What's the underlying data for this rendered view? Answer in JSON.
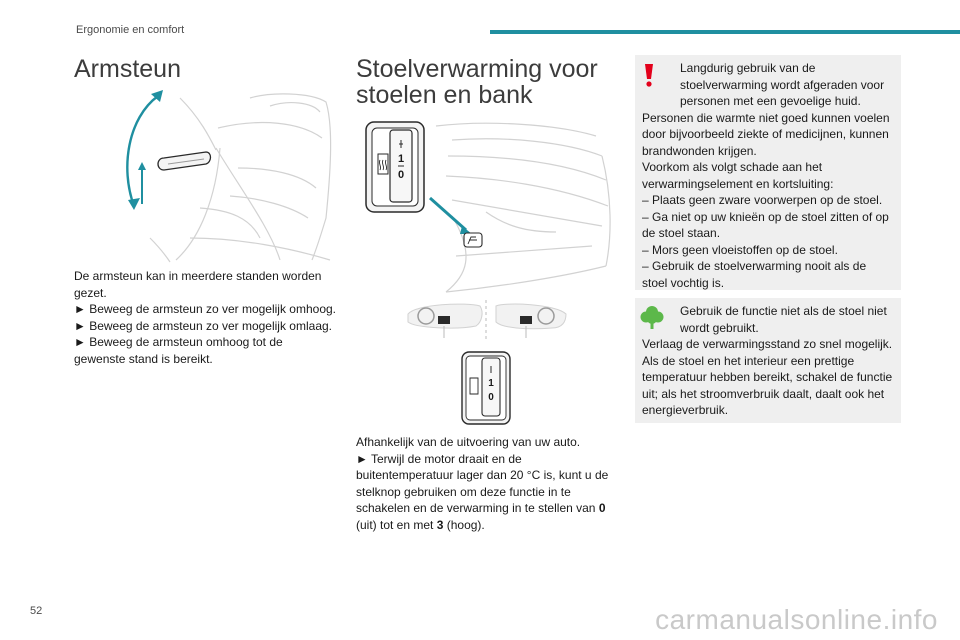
{
  "header": {
    "section": "Ergonomie en comfort"
  },
  "page_number": "52",
  "watermark": "carmanualsonline.info",
  "armsteun": {
    "title": "Armsteun",
    "intro": "De armsteun kan in meerdere standen worden gezet.",
    "steps": [
      "► Beweeg de armsteun zo ver mogelijk omhoog.",
      "► Beweeg de armsteun zo ver mogelijk omlaag.",
      "► Beweeg de armsteun omhoog tot de gewenste stand is bereikt."
    ]
  },
  "stoelverwarming": {
    "title": "Stoelverwarming voor stoelen en bank",
    "knob_labels": {
      "top": "1",
      "bottom": "0"
    },
    "intro": "Afhankelijk van de uitvoering van uw auto.",
    "step_part1": "► Terwijl de motor draait en de buitentemperatuur lager dan 20 °C is, kunt u de stelknop gebruiken om deze functie in te schakelen en de verwarming in te stellen van ",
    "value_off": "0",
    "step_part2": " (uit) tot en met ",
    "value_high": "3",
    "step_part3": " (hoog)."
  },
  "warning_box": {
    "icon": "exclamation-icon",
    "accent_color": "#e3001b",
    "line1": "Langdurig gebruik van de stoelverwarming wordt afgeraden voor personen met een gevoelige huid.",
    "line2": "Personen die warmte niet goed kunnen voelen door bijvoorbeeld ziekte of medicijnen, kunnen brandwonden krijgen.",
    "line3": "Voorkom als volgt schade aan het verwarmingselement en kortsluiting:",
    "items": [
      "– Plaats geen zware voorwerpen op de stoel.",
      "– Ga niet op uw knieën op de stoel zitten of op de stoel staan.",
      "– Mors geen vloeistoffen op de stoel.",
      "– Gebruik de stoelverwarming nooit als de stoel vochtig is."
    ]
  },
  "eco_box": {
    "icon": "tree-icon",
    "accent_color": "#5cb84a",
    "line1": "Gebruik de functie niet als de stoel niet wordt gebruikt.",
    "line2": "Verlaag de verwarmingsstand zo snel mogelijk.",
    "line3": "Als de stoel en het interieur een prettige temperatuur hebben bereikt, schakel de functie uit; als het stroomverbruik daalt, daalt ook het energieverbruik."
  },
  "colors": {
    "accent": "#1f8fa0",
    "box_bg": "#efefef"
  }
}
